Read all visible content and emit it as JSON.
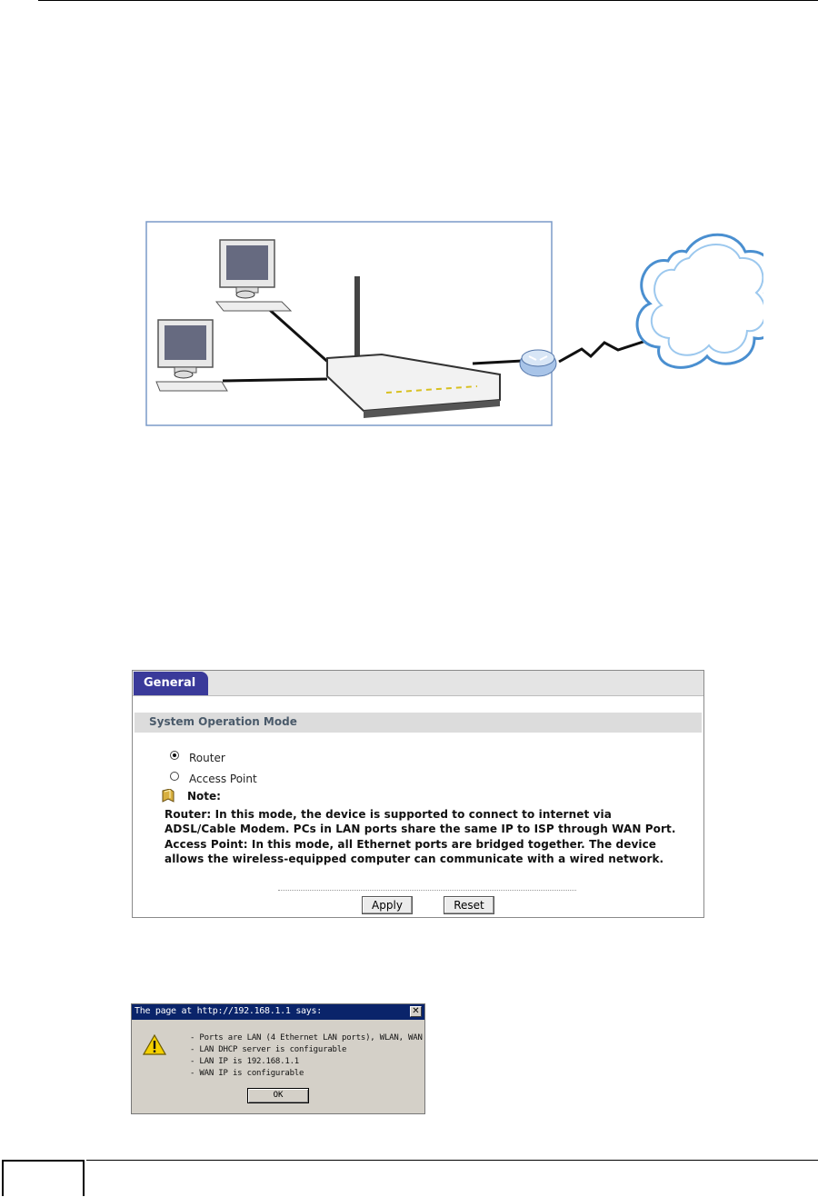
{
  "panel": {
    "tab_label": "General",
    "section_title": "System Operation Mode",
    "options": [
      {
        "label": "Router",
        "checked": true
      },
      {
        "label": "Access Point",
        "checked": false
      }
    ],
    "note_label": "Note:",
    "note_lines": [
      "Router: In this mode, the device is supported to connect to internet via",
      "ADSL/Cable Modem. PCs in LAN ports share the same IP to ISP through WAN Port.",
      "Access Point: In this mode, all Ethernet ports are bridged together. The device",
      "allows the wireless-equipped computer can communicate with a wired network."
    ],
    "apply_label": "Apply",
    "reset_label": "Reset"
  },
  "alert": {
    "title": "The page at http://192.168.1.1 says:",
    "close_glyph": "✕",
    "lines": [
      "- Ports are LAN (4 Ethernet LAN ports), WLAN, WAN",
      "- LAN DHCP server is configurable",
      "- LAN IP is 192.168.1.1",
      "- WAN IP is configurable"
    ],
    "ok_label": "OK"
  },
  "icons": {
    "note": "note-bookmark-icon",
    "warning": "warning-icon"
  },
  "colors": {
    "tab": "#3a3a9a",
    "section_bar": "#dcdcdc",
    "alert_title": "#0a246a",
    "cloud": "#4a8fd0",
    "figure_border": "#7a9ac8"
  }
}
